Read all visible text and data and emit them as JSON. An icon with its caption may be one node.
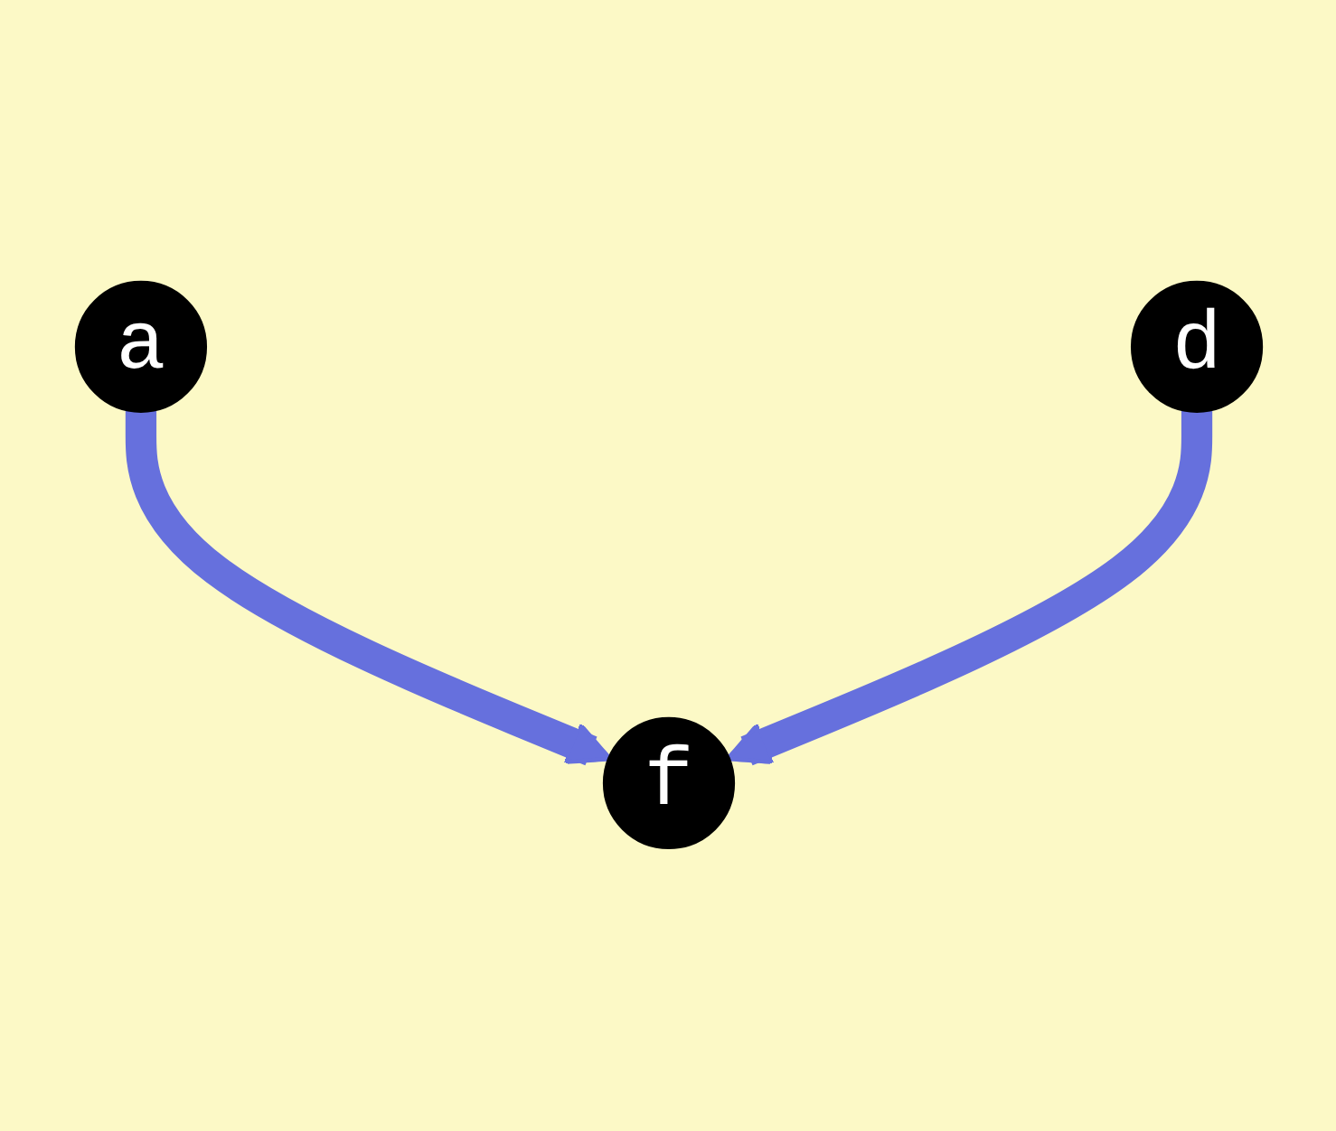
{
  "diagram": {
    "nodes": [
      {
        "text": [
          "a"
        ]
      },
      {
        "text": [
          "d"
        ]
      },
      {
        "text": [
          "f"
        ]
      }
    ],
    "edges": [
      {
        "from": 0,
        "to": 2,
        "arrow": "to"
      },
      {
        "from": 1,
        "to": 2,
        "arrow": "to"
      }
    ]
  }
}
